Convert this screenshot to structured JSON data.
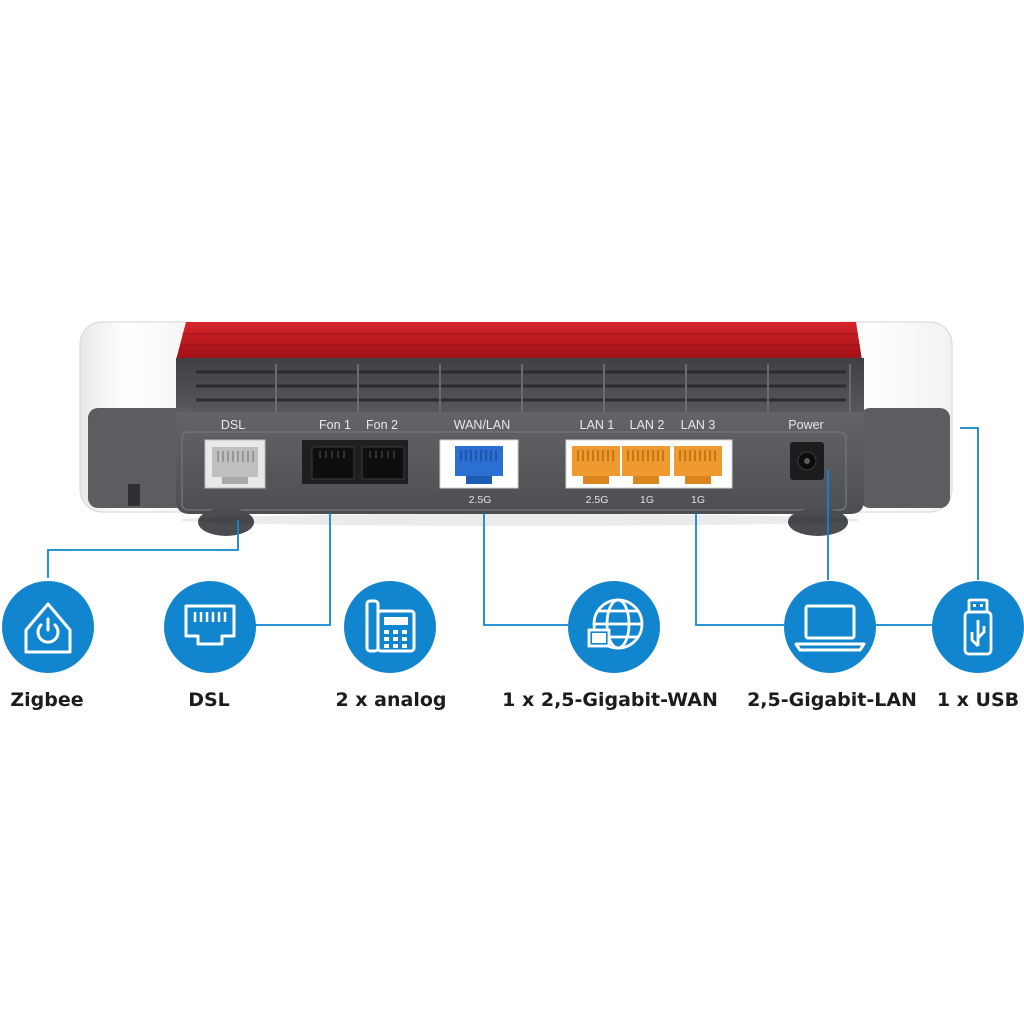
{
  "colors": {
    "accent": "#1186cf",
    "router_red": "#c3161c",
    "router_gray": "#55575b",
    "port_wan": "#2a6fd1",
    "port_lan": "#ef9a2e",
    "port_dsl": "#cfcfcf"
  },
  "ports": {
    "dsl": "DSL",
    "fon1": "Fon 1",
    "fon2": "Fon 2",
    "wan_lan": "WAN/LAN",
    "lan1": "LAN 1",
    "lan2": "LAN 2",
    "lan3": "LAN 3",
    "power": "Power"
  },
  "speeds": {
    "wan": "2.5G",
    "lan1": "2.5G",
    "lan2": "1G",
    "lan3": "1G"
  },
  "features": [
    {
      "icon": "smart-home-power-icon",
      "label": "Zigbee"
    },
    {
      "icon": "ethernet-port-icon",
      "label": "DSL"
    },
    {
      "icon": "desk-phone-icon",
      "label": "2 x analog"
    },
    {
      "icon": "globe-network-icon",
      "label": "1 x 2,5-Gigabit-WAN"
    },
    {
      "icon": "laptop-icon",
      "label": "2,5-Gigabit-LAN"
    },
    {
      "icon": "usb-stick-icon",
      "label": "1 x USB"
    }
  ]
}
